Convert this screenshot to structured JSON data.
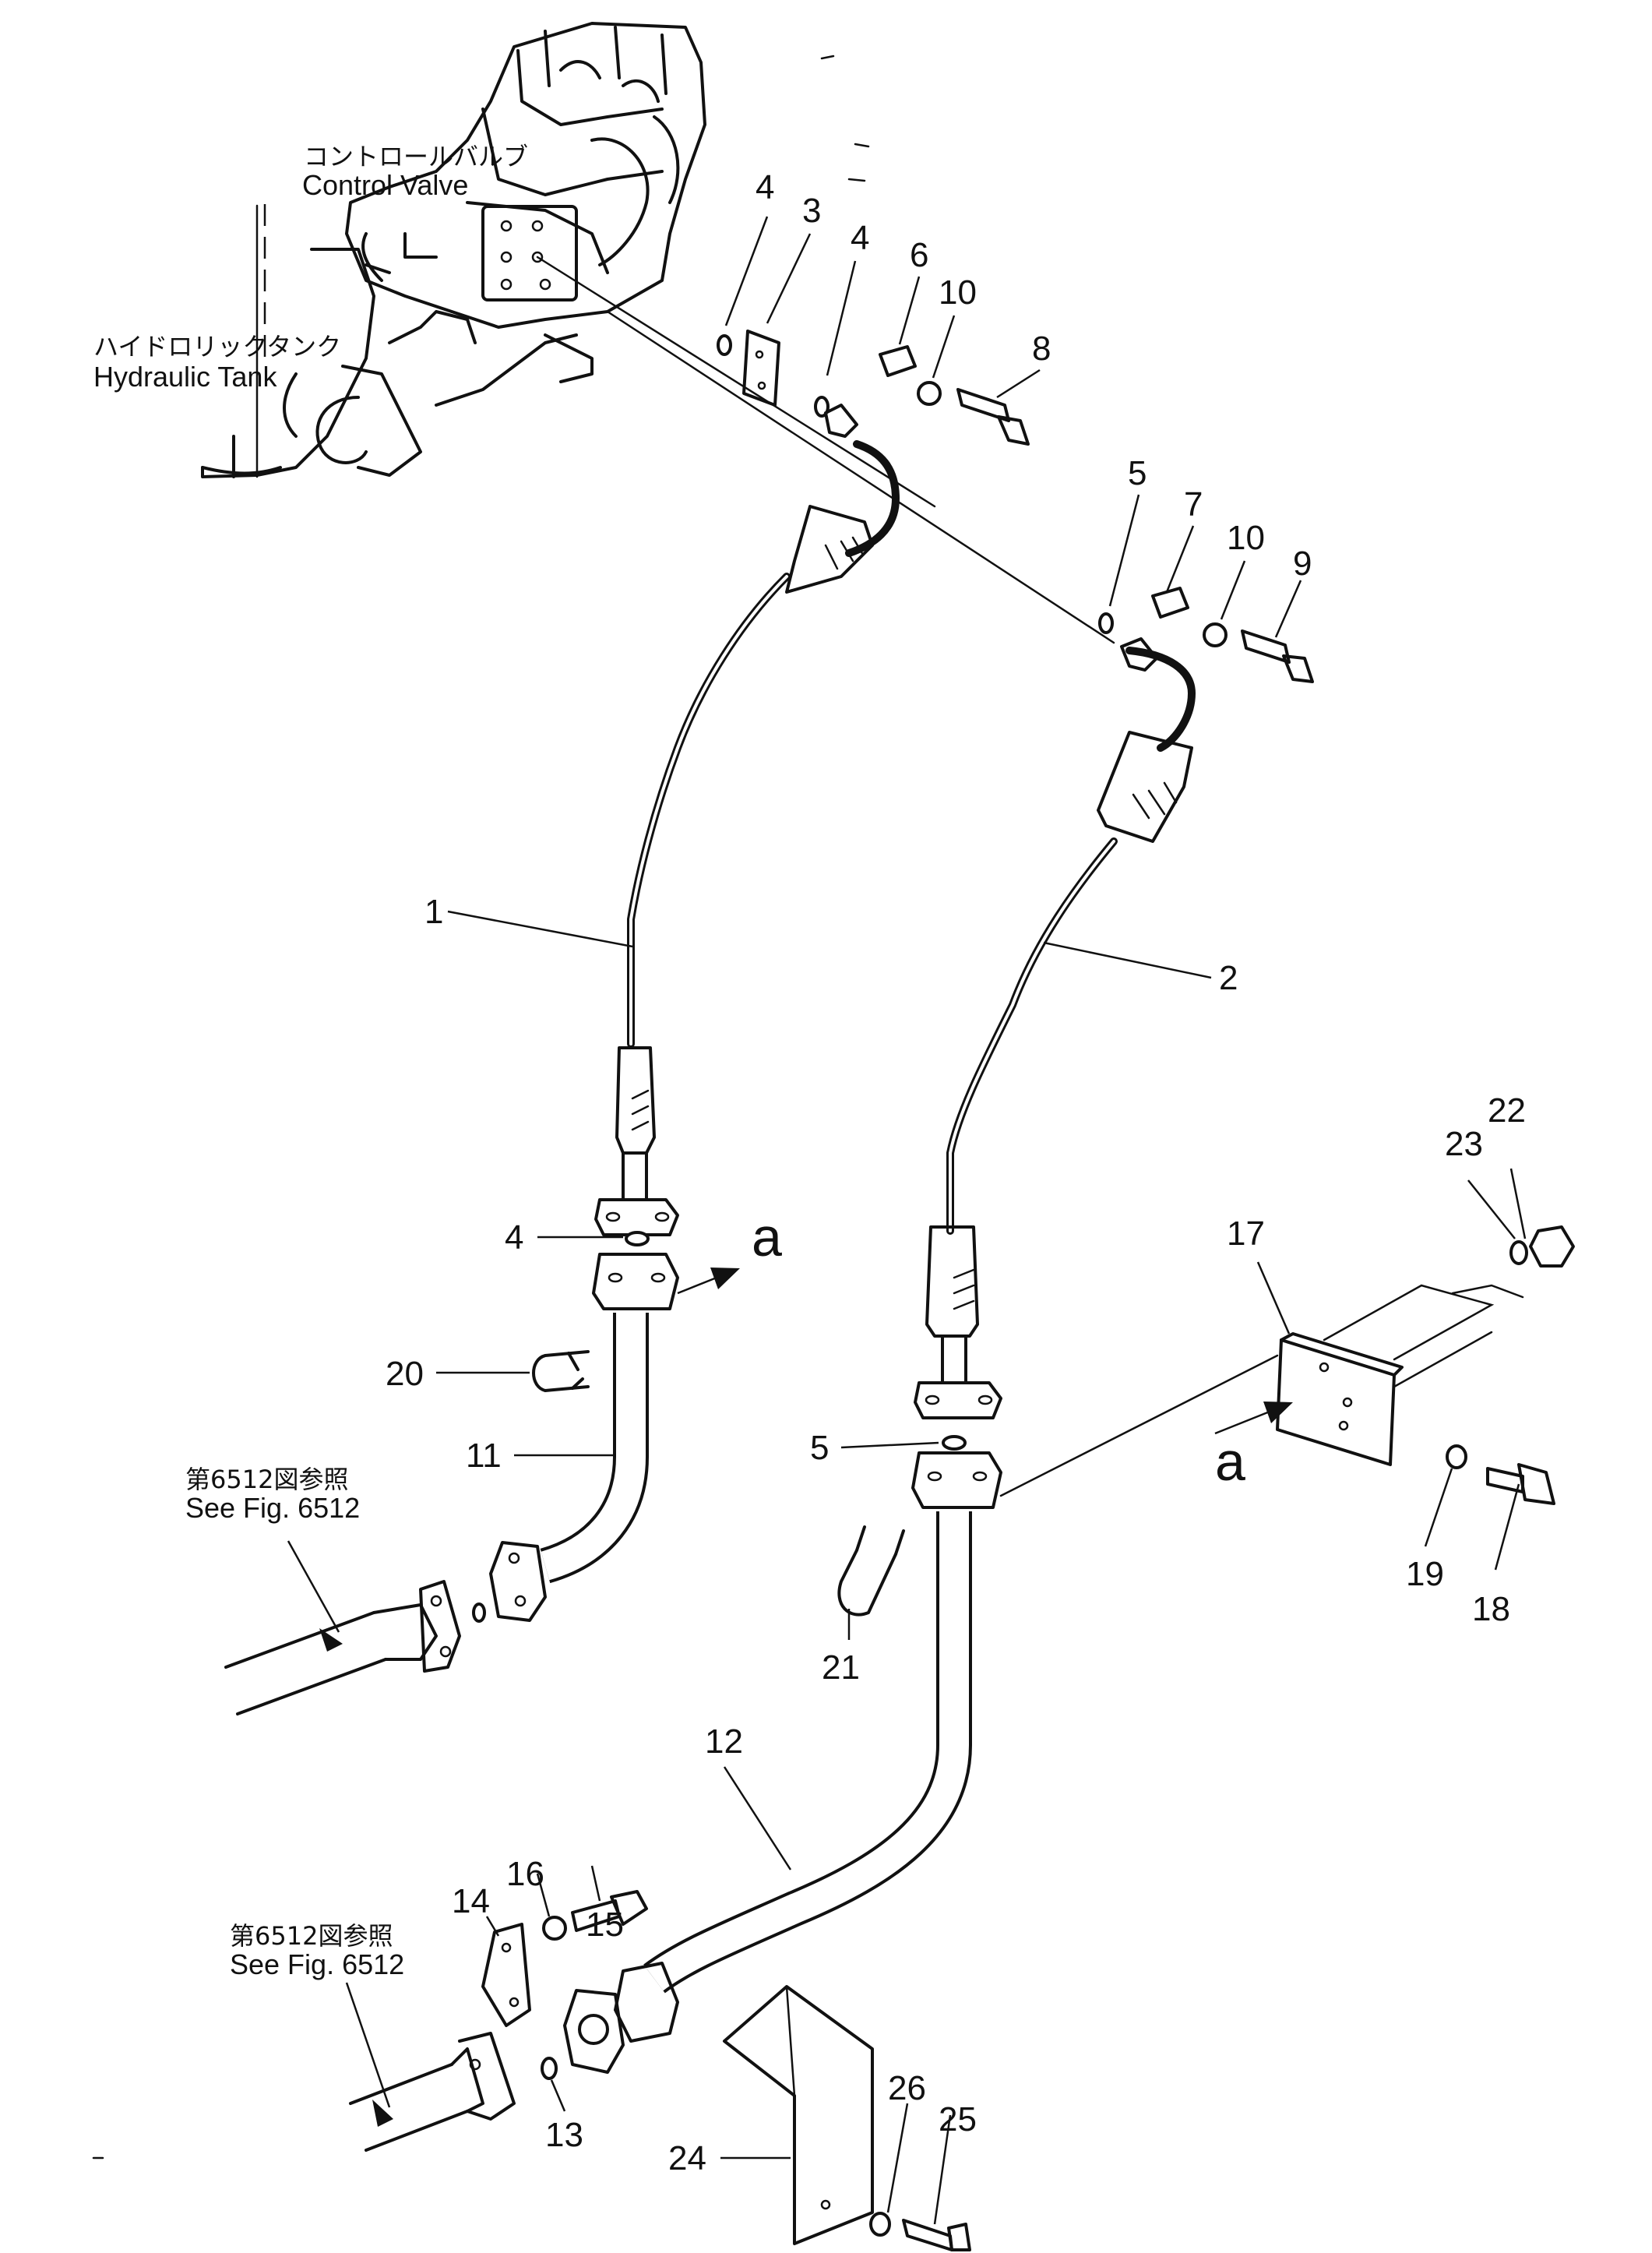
{
  "labels": {
    "control_valve_jp": "コントロールバルブ",
    "control_valve_en": "Control  Valve",
    "hydraulic_tank_jp": "ハイドロリックタンク",
    "hydraulic_tank_en": "Hydraulic  Tank",
    "see_fig_jp_1": "第6512図参照",
    "see_fig_en_1": "See  Fig. 6512",
    "see_fig_jp_2": "第6512図参照",
    "see_fig_en_2": "See  Fig. 6512",
    "view_a_1": "a",
    "view_a_2": "a"
  },
  "callouts": [
    {
      "id": "c1",
      "text": "1"
    },
    {
      "id": "c2",
      "text": "2"
    },
    {
      "id": "c3",
      "text": "3"
    },
    {
      "id": "c4a",
      "text": "4"
    },
    {
      "id": "c4b",
      "text": "4"
    },
    {
      "id": "c4c",
      "text": "4"
    },
    {
      "id": "c5a",
      "text": "5"
    },
    {
      "id": "c5b",
      "text": "5"
    },
    {
      "id": "c6",
      "text": "6"
    },
    {
      "id": "c7",
      "text": "7"
    },
    {
      "id": "c8",
      "text": "8"
    },
    {
      "id": "c9",
      "text": "9"
    },
    {
      "id": "c10a",
      "text": "10"
    },
    {
      "id": "c10b",
      "text": "10"
    },
    {
      "id": "c11",
      "text": "11"
    },
    {
      "id": "c12",
      "text": "12"
    },
    {
      "id": "c13",
      "text": "13"
    },
    {
      "id": "c14",
      "text": "14"
    },
    {
      "id": "c15",
      "text": "15"
    },
    {
      "id": "c16",
      "text": "16"
    },
    {
      "id": "c17",
      "text": "17"
    },
    {
      "id": "c18",
      "text": "18"
    },
    {
      "id": "c19",
      "text": "19"
    },
    {
      "id": "c20",
      "text": "20"
    },
    {
      "id": "c21",
      "text": "21"
    },
    {
      "id": "c22",
      "text": "22"
    },
    {
      "id": "c23",
      "text": "23"
    },
    {
      "id": "c24",
      "text": "24"
    },
    {
      "id": "c25",
      "text": "25"
    },
    {
      "id": "c26",
      "text": "26"
    }
  ]
}
